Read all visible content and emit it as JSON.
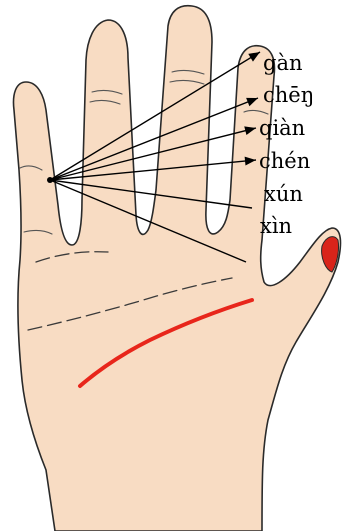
{
  "colors": {
    "skin": "#f8dcc3",
    "skin_outline": "#2a2a2a",
    "red_line": "#e8261b",
    "arrow": "#000000",
    "nail": "#d9241a"
  },
  "labels": [
    "gàn",
    "chēŋ",
    "qiàn",
    "chén",
    "xún",
    "xìn"
  ]
}
